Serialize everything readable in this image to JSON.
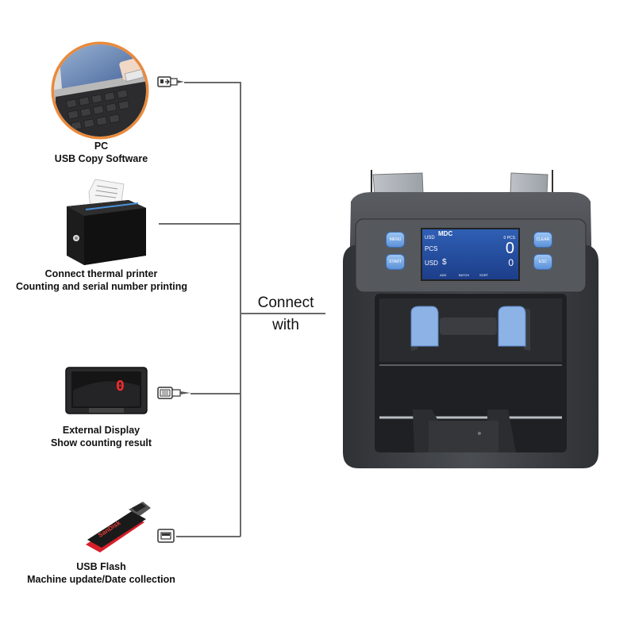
{
  "center_label": {
    "line1": "Connect",
    "line2": "with"
  },
  "peripherals": [
    {
      "title": "PC",
      "subtitle": "USB Copy Software",
      "icon": "laptop-icon"
    },
    {
      "title": "Connect thermal printer",
      "subtitle": "Counting and serial number printing",
      "icon": "printer-icon"
    },
    {
      "title": "External Display",
      "subtitle": "Show counting result",
      "icon": "display-icon"
    },
    {
      "title": "USB Flash",
      "subtitle": "Machine update/Date collection",
      "icon": "usb-flash-icon"
    }
  ],
  "external_display": {
    "digit": "0"
  },
  "usb_flash": {
    "brand": "SanDisk"
  },
  "machine": {
    "screen": {
      "brand": "MDC",
      "currency_top": "USD",
      "count_label_top": "0 PCS",
      "pcs_label": "PCS",
      "pcs_value": "0",
      "usd_label": "USD",
      "dollar": "$",
      "usd_value": "0",
      "menu": [
        "ADD",
        "BATCH",
        "SORT"
      ]
    },
    "buttons": [
      "MENU",
      "CLEAR",
      "START",
      "ESC"
    ]
  },
  "colors": {
    "accent_blue": "#6f9fe0",
    "machine_body": "#4a4d52",
    "line": "#6a6a6a"
  }
}
